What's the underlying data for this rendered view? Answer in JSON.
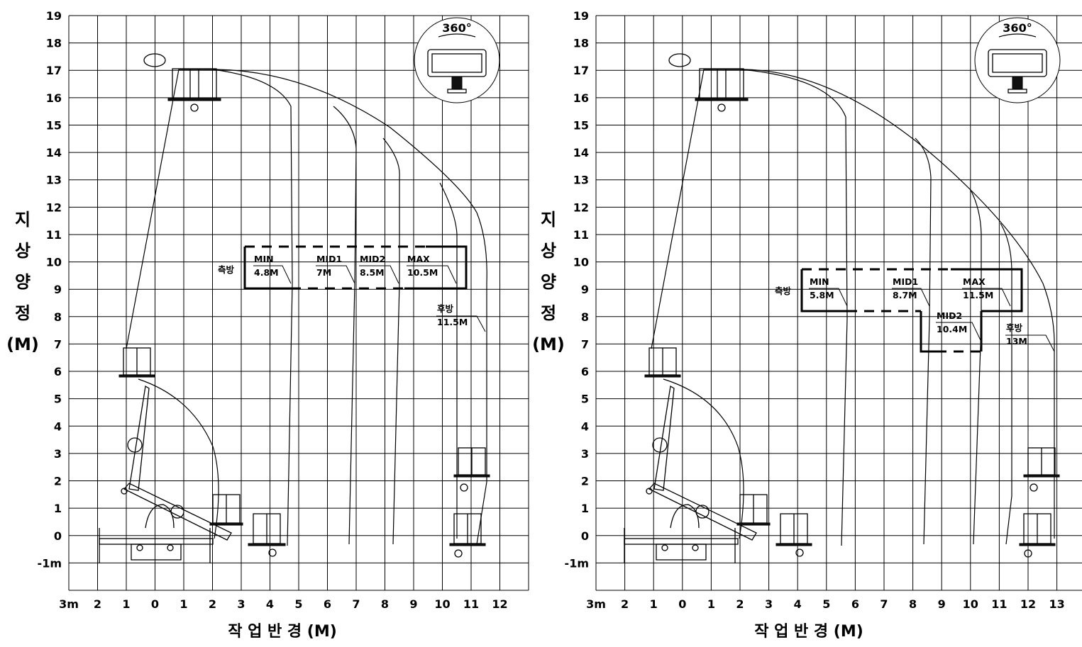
{
  "charts": [
    {
      "x_ticks": [
        "3m",
        "2",
        "1",
        "0",
        "1",
        "2",
        "3",
        "4",
        "5",
        "6",
        "7",
        "8",
        "9",
        "10",
        "11",
        "12"
      ],
      "y_ticks": [
        "19",
        "18",
        "17",
        "16",
        "15",
        "14",
        "13",
        "12",
        "11",
        "10",
        "9",
        "8",
        "7",
        "6",
        "5",
        "4",
        "3",
        "2",
        "1",
        "0",
        "-1m"
      ],
      "y_title_chars": [
        "지",
        "상",
        "양",
        "정",
        "(M)"
      ],
      "x_title": "작 업 반 경 (M)",
      "rotation": "360°",
      "side_label": "측방",
      "zones": [
        {
          "name": "MIN",
          "value": "4.8M"
        },
        {
          "name": "MID1",
          "value": "7M"
        },
        {
          "name": "MID2",
          "value": "8.5M"
        },
        {
          "name": "MAX",
          "value": "10.5M"
        }
      ],
      "rear": {
        "name": "후방",
        "value": "11.5M"
      }
    },
    {
      "x_ticks": [
        "3m",
        "2",
        "1",
        "0",
        "1",
        "2",
        "3",
        "4",
        "5",
        "6",
        "7",
        "8",
        "9",
        "10",
        "11",
        "12",
        "13"
      ],
      "y_ticks": [
        "19",
        "18",
        "17",
        "16",
        "15",
        "14",
        "13",
        "12",
        "11",
        "10",
        "9",
        "8",
        "7",
        "6",
        "5",
        "4",
        "3",
        "2",
        "1",
        "0",
        "-1m"
      ],
      "y_title_chars": [
        "지",
        "상",
        "양",
        "정",
        "(M)"
      ],
      "x_title": "작 업 반 경 (M)",
      "rotation": "360°",
      "side_label": "측방",
      "zones": [
        {
          "name": "MIN",
          "value": "5.8M"
        },
        {
          "name": "MID1",
          "value": "8.7M"
        },
        {
          "name": "MID2",
          "value": "10.4M"
        },
        {
          "name": "MAX",
          "value": "11.5M"
        }
      ],
      "rear": {
        "name": "후방",
        "value": "13M"
      }
    }
  ]
}
